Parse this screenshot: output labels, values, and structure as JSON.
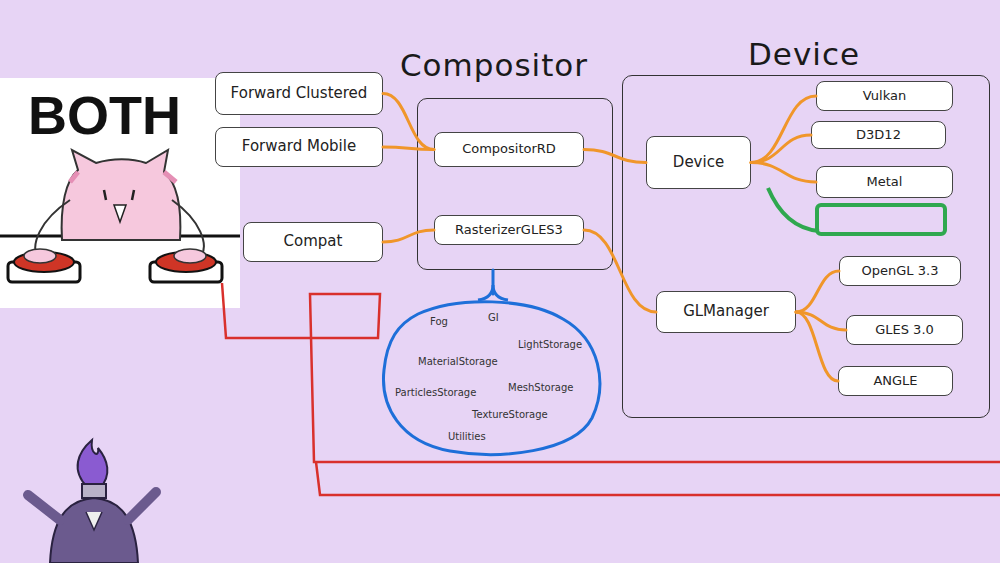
{
  "diagram": {
    "nodes": [
      {
        "text": [
          "Forward Clustered"
        ]
      },
      {
        "text": [
          "Forward Mobile"
        ]
      },
      {
        "text": [
          "Compat"
        ]
      },
      {
        "text": [
          "Compositor"
        ]
      },
      {
        "text": [
          "CompositorRD"
        ],
        "in": 3
      },
      {
        "text": [
          "RasterizerGLES3"
        ],
        "in": 3
      },
      {
        "text": [
          "Device"
        ]
      },
      {
        "text": [
          "Device"
        ],
        "in": 6
      },
      {
        "text": [
          "Vulkan"
        ],
        "in": 6
      },
      {
        "text": [
          "D3D12"
        ],
        "in": 6
      },
      {
        "text": [
          "Metal"
        ],
        "in": 6
      },
      {
        "text": [
          "GLManager"
        ],
        "in": 6
      },
      {
        "text": [
          "OpenGL 3.3"
        ],
        "in": 6
      },
      {
        "text": [
          "GLES 3.0"
        ],
        "in": 6
      },
      {
        "text": [
          "ANGLE"
        ],
        "in": 6
      },
      {
        "text": [
          "Fog",
          "GI",
          "LightStorage",
          "MaterialStorage",
          "ParticlesStorage",
          "MeshStorage",
          "TextureStorage",
          "Utilities"
        ]
      }
    ],
    "edges": [
      {
        "from": 0,
        "to": 4,
        "arrow": "none"
      },
      {
        "from": 1,
        "to": 4,
        "arrow": "none"
      },
      {
        "from": 2,
        "to": 5,
        "arrow": "none"
      },
      {
        "from": 4,
        "to": 7,
        "arrow": "none"
      },
      {
        "from": 5,
        "to": 11,
        "arrow": "none"
      },
      {
        "from": 7,
        "to": 8,
        "arrow": "none"
      },
      {
        "from": 7,
        "to": 9,
        "arrow": "none"
      },
      {
        "from": 7,
        "to": 10,
        "arrow": "none"
      },
      {
        "from": 11,
        "to": 12,
        "arrow": "none"
      },
      {
        "from": 11,
        "to": 13,
        "arrow": "none"
      },
      {
        "from": 11,
        "to": 14,
        "arrow": "none"
      },
      {
        "from": 15,
        "to": 3,
        "arrow": "none"
      }
    ],
    "labels": [
      "BOTH"
    ]
  }
}
